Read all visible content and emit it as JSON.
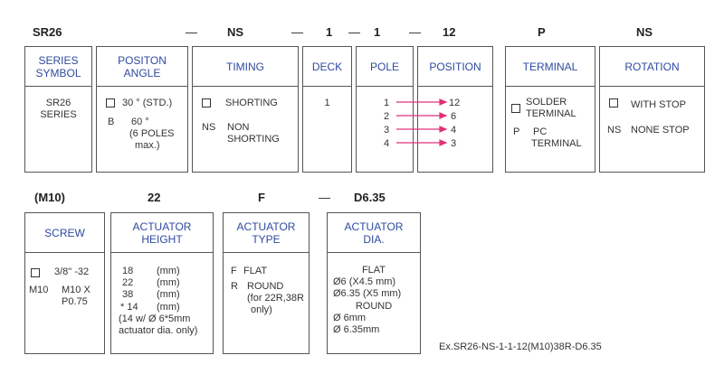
{
  "row1": {
    "codes": [
      "SR26",
      "NS",
      "1",
      "1",
      "12",
      "P",
      "NS"
    ],
    "dashes": [
      "—",
      "—",
      "—",
      "—"
    ],
    "series": {
      "header": [
        "SERIES",
        "SYMBOL"
      ],
      "lines": [
        "SR26",
        "SERIES"
      ]
    },
    "position_angle": {
      "header": [
        "POSITON",
        "ANGLE"
      ],
      "opt1": "30 ° (STD.)",
      "opt2_code": "B",
      "opt2_lines": [
        "60 °",
        "(6 POLES",
        "max.)"
      ]
    },
    "timing": {
      "header": "TIMING",
      "opt1": "SHORTING",
      "opt2_code": "NS",
      "opt2_lines": [
        "NON",
        "SHORTING"
      ]
    },
    "deck": {
      "header": "DECK",
      "value": "1"
    },
    "pole": {
      "header": "POLE",
      "values": [
        "1",
        "2",
        "3",
        "4"
      ]
    },
    "position": {
      "header": "POSITION",
      "values": [
        "12",
        "6",
        "4",
        "3"
      ]
    },
    "terminal": {
      "header": "TERMINAL",
      "opt1_lines": [
        "SOLDER",
        "TERMINAL"
      ],
      "opt2_code": "P",
      "opt2_lines": [
        "PC",
        "TERMINAL"
      ]
    },
    "rotation": {
      "header": "ROTATION",
      "opt1": "WITH STOP",
      "opt2_code": "NS",
      "opt2": "NONE STOP"
    }
  },
  "row2": {
    "codes": [
      "(M10)",
      "22",
      "F",
      "D6.35"
    ],
    "dash": "—",
    "screw": {
      "header": "SCREW",
      "opt1": "3/8\" -32",
      "opt2_code": "M10",
      "opt2_lines": [
        "M10 X",
        "P0.75"
      ]
    },
    "actuator_height": {
      "header": [
        "ACTUATOR",
        "HEIGHT"
      ],
      "values": [
        "18",
        "22",
        "38",
        "* 14"
      ],
      "units": [
        "(mm)",
        "(mm)",
        "(mm)",
        "(mm)"
      ],
      "note_lines": [
        "(14 w/ Ø 6*5mm",
        "actuator dia. only)"
      ]
    },
    "actuator_type": {
      "header": [
        "ACTUATOR",
        "TYPE"
      ],
      "opt1_code": "F",
      "opt1": "FLAT",
      "opt2_code": "R",
      "opt2": "ROUND",
      "note_lines": [
        "(for 22R,38R",
        "only)"
      ]
    },
    "actuator_dia": {
      "header": [
        "ACTUATOR",
        "DIA."
      ],
      "flat_label": "FLAT",
      "flat_lines": [
        "Ø6  (X4.5 mm)",
        "Ø6.35 (X5 mm)"
      ],
      "round_label": "ROUND",
      "round_lines": [
        "Ø 6mm",
        "Ø 6.35mm"
      ]
    }
  },
  "example": "Ex.SR26-NS-1-1-12(M10)38R-D6.35",
  "colors": {
    "header_text": "#2f4aa0",
    "arrow": "#e0307a",
    "border": "#555555"
  }
}
